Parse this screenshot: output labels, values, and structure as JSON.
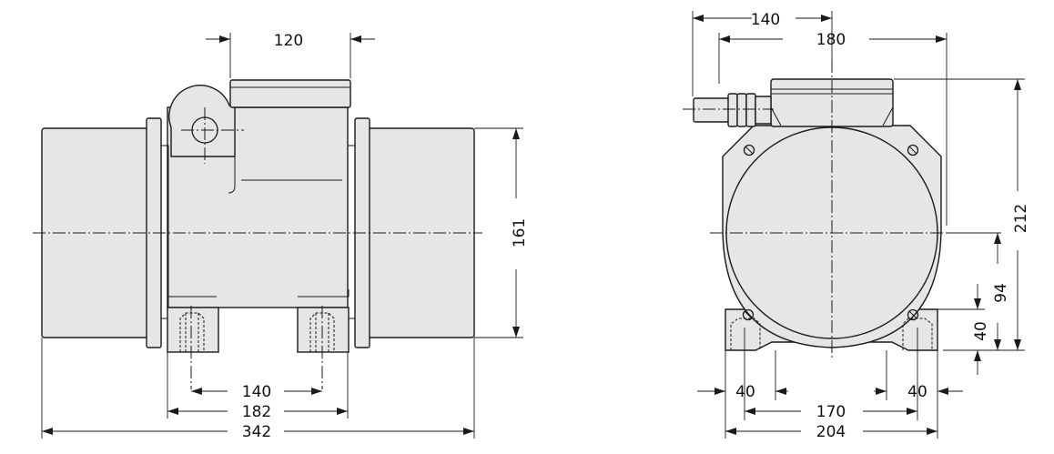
{
  "dimensions": {
    "side": {
      "top_width": "120",
      "height": "161",
      "foot_inner": "140",
      "foot_outer": "182",
      "overall_length": "342"
    },
    "front": {
      "cable_offset": "140",
      "housing_width": "180",
      "overall_height": "212",
      "axis_height": "94",
      "foot_height": "40",
      "foot_left": "40",
      "foot_right": "40",
      "hole_spacing": "170",
      "overall_width": "204"
    }
  },
  "colors": {
    "body_fill": "#e6e6e6",
    "line": "#1a1a1a"
  }
}
